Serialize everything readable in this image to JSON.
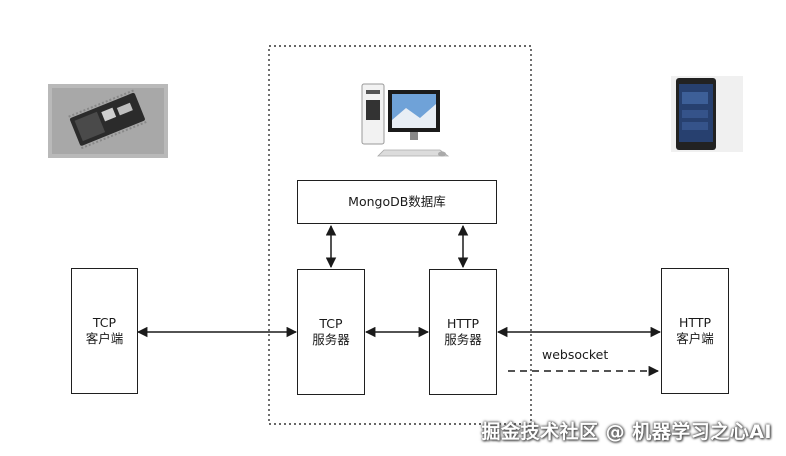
{
  "nodes": {
    "tcp_client": {
      "line1": "TCP",
      "line2": "客户端"
    },
    "tcp_server": {
      "line1": "TCP",
      "line2": "服务器"
    },
    "http_server": {
      "line1": "HTTP",
      "line2": "服务器"
    },
    "http_client": {
      "line1": "HTTP",
      "line2": "客户端"
    },
    "database": {
      "label": "MongoDB数据库"
    }
  },
  "edges": {
    "websocket": {
      "label": "websocket"
    }
  },
  "icons": {
    "board": "esp8266-board-photo",
    "computer": "desktop-computer-photo",
    "phone": "smartphone-photo"
  },
  "watermark": "掘金技术社区 @ 机器学习之心AI"
}
